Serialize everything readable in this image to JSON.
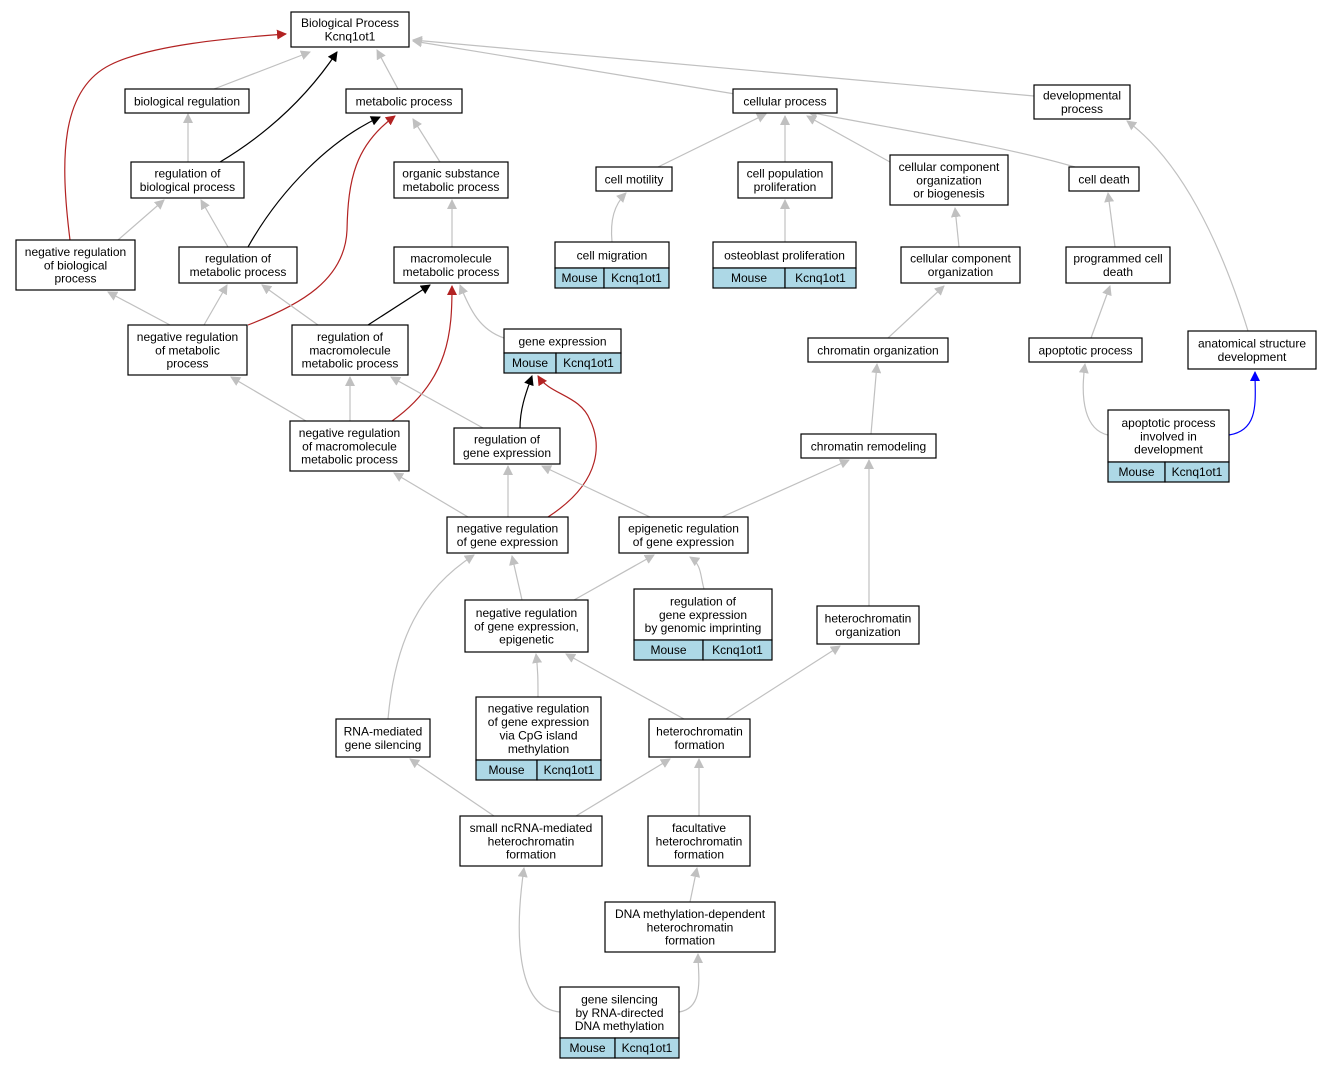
{
  "colors": {
    "edge_default": "#c0c0c0",
    "edge_positive": "#000000",
    "edge_negative": "#b22222",
    "edge_part_of": "#0000ff",
    "annotation_fill": "#add8e6"
  },
  "nodes": {
    "bp": {
      "lines": [
        "Biological Process",
        "Kcnq1ot1"
      ]
    },
    "bioreg": {
      "lines": [
        "biological regulation"
      ]
    },
    "metab": {
      "lines": [
        "metabolic process"
      ]
    },
    "cellproc": {
      "lines": [
        "cellular process"
      ]
    },
    "devproc": {
      "lines": [
        "developmental",
        "process"
      ]
    },
    "regbio": {
      "lines": [
        "regulation of",
        "biological process"
      ]
    },
    "orgsub": {
      "lines": [
        "organic substance",
        "metabolic process"
      ]
    },
    "cellmot": {
      "lines": [
        "cell motility"
      ]
    },
    "cellpop": {
      "lines": [
        "cell population",
        "proliferation"
      ]
    },
    "ccob": {
      "lines": [
        "cellular component",
        "organization",
        "or biogenesis"
      ]
    },
    "celldeath": {
      "lines": [
        "cell death"
      ]
    },
    "negregbio": {
      "lines": [
        "negative regulation",
        "of biological",
        "process"
      ]
    },
    "regmet": {
      "lines": [
        "regulation of",
        "metabolic process"
      ]
    },
    "macromet": {
      "lines": [
        "macromolecule",
        "metabolic process"
      ]
    },
    "cellmig": {
      "lines": [
        "cell migration"
      ],
      "annotation": [
        "Mouse",
        "Kcnq1ot1"
      ]
    },
    "osteo": {
      "lines": [
        "osteoblast proliferation"
      ],
      "annotation": [
        "Mouse",
        "Kcnq1ot1"
      ]
    },
    "cco": {
      "lines": [
        "cellular component",
        "organization"
      ]
    },
    "progdeath": {
      "lines": [
        "programmed cell",
        "death"
      ]
    },
    "negregmet": {
      "lines": [
        "negative regulation",
        "of metabolic",
        "process"
      ]
    },
    "regmacro": {
      "lines": [
        "regulation of",
        "macromolecule",
        "metabolic process"
      ]
    },
    "geneexp": {
      "lines": [
        "gene expression"
      ],
      "annotation": [
        "Mouse",
        "Kcnq1ot1"
      ]
    },
    "chromorg": {
      "lines": [
        "chromatin organization"
      ]
    },
    "apop": {
      "lines": [
        "apoptotic process"
      ]
    },
    "anat": {
      "lines": [
        "anatomical structure",
        "development"
      ]
    },
    "negregmacro": {
      "lines": [
        "negative regulation",
        "of macromolecule",
        "metabolic process"
      ]
    },
    "reggene": {
      "lines": [
        "regulation of",
        "gene expression"
      ]
    },
    "chromremod": {
      "lines": [
        "chromatin remodeling"
      ]
    },
    "apopdev": {
      "lines": [
        "apoptotic process",
        "involved in",
        "development"
      ],
      "annotation": [
        "Mouse",
        "Kcnq1ot1"
      ]
    },
    "negreggene": {
      "lines": [
        "negative regulation",
        "of gene expression"
      ]
    },
    "epireg": {
      "lines": [
        "epigenetic regulation",
        "of gene expression"
      ]
    },
    "negregepi": {
      "lines": [
        "negative regulation",
        "of gene expression,",
        "epigenetic"
      ]
    },
    "imprint": {
      "lines": [
        "regulation of",
        "gene expression",
        "by genomic imprinting"
      ],
      "annotation": [
        "Mouse",
        "Kcnq1ot1"
      ]
    },
    "hcorg": {
      "lines": [
        "heterochromatin",
        "organization"
      ]
    },
    "rnasil": {
      "lines": [
        "RNA-mediated",
        "gene silencing"
      ]
    },
    "cpg": {
      "lines": [
        "negative regulation",
        "of gene expression",
        "via CpG island",
        "methylation"
      ],
      "annotation": [
        "Mouse",
        "Kcnq1ot1"
      ]
    },
    "hcform": {
      "lines": [
        "heterochromatin",
        "formation"
      ]
    },
    "ncrna": {
      "lines": [
        "small ncRNA-mediated",
        "heterochromatin",
        "formation"
      ]
    },
    "facult": {
      "lines": [
        "facultative",
        "heterochromatin",
        "formation"
      ]
    },
    "dnameth": {
      "lines": [
        "DNA methylation-dependent",
        "heterochromatin",
        "formation"
      ]
    },
    "gsil": {
      "lines": [
        "gene silencing",
        "by RNA-directed",
        "DNA methylation"
      ],
      "annotation": [
        "Mouse",
        "Kcnq1ot1"
      ]
    }
  }
}
